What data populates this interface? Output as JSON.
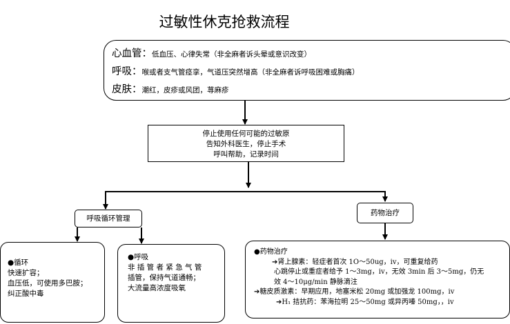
{
  "title": "过敏性休克抢救流程",
  "symptoms": [
    {
      "label": "心血管：",
      "text": "低血压、心律失常（非全麻者诉头晕或意识改变）"
    },
    {
      "label": "呼吸：",
      "text": "喉或者支气管痉挛，气道压突然增高（非全麻者诉呼吸困难或胸痛）"
    },
    {
      "label": "皮肤：",
      "text": "潮红，皮疹或风团，荨麻疹"
    }
  ],
  "actions": [
    "停止使用任何可能的过敏原",
    "告知外科医生，停止手术",
    "呼叫帮助，记录时间"
  ],
  "branch_left": {
    "label": "呼吸循环管理"
  },
  "branch_right": {
    "label": "药物治疗"
  },
  "circulation": {
    "head": "●循环",
    "lines": [
      "快速扩容；",
      "血压低，可使用多巴胺；",
      "纠正酸中毒"
    ]
  },
  "respiration": {
    "head": "●呼吸",
    "lines": [
      "非 插 管 者 紧 急 气 管",
      "插管，保持气道通畅；",
      "大流量高浓度吸氧"
    ]
  },
  "drugs": {
    "head": "●药物治疗",
    "lines": [
      "➔肾上腺素：轻症者首次 1O～50ug，iv，可重复给药",
      "心跳停止或重症者给予 1～3mg，iv，无效 3min 后 3～5mg，仍无",
      "效 4～10μg/min 静脉滴注",
      "➔糖皮质激素：早期应用，地塞米松 20mg 或加强龙 100mg，iv",
      "➔H₁ 拮抗药：苯海拉明 25～50mg 或异丙嗪 50mg，，iv"
    ]
  }
}
